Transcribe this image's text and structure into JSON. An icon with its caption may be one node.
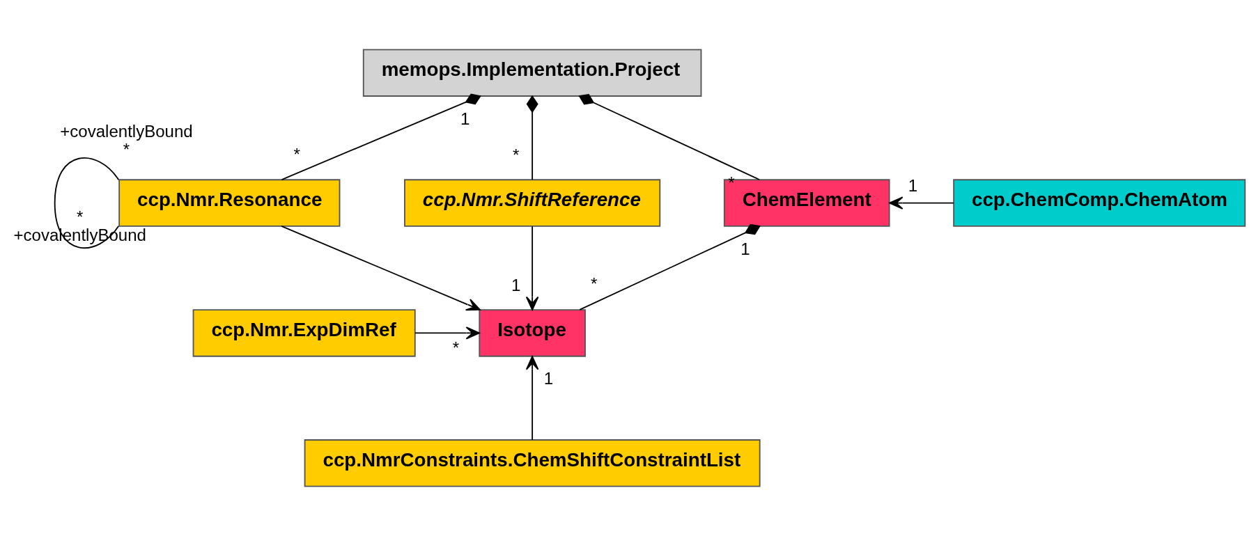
{
  "diagram": {
    "nodes": [
      {
        "text": [
          "memops.Implementation.Project"
        ]
      },
      {
        "text": [
          "ccp.Nmr.Resonance"
        ]
      },
      {
        "text": [
          "ccp.Nmr.ShiftReference"
        ]
      },
      {
        "text": [
          "ChemElement"
        ]
      },
      {
        "text": [
          "ccp.ChemComp.ChemAtom"
        ]
      },
      {
        "text": [
          "Isotope"
        ]
      },
      {
        "text": [
          "ccp.Nmr.ExpDimRef"
        ]
      },
      {
        "text": [
          "ccp.NmrConstraints.ChemShiftConstraintList"
        ]
      }
    ],
    "edges": [
      {
        "from": 0,
        "to": 1,
        "arrow": "other"
      },
      {
        "from": 0,
        "to": 2,
        "arrow": "other"
      },
      {
        "from": 0,
        "to": 3,
        "arrow": "other"
      },
      {
        "from": 1,
        "to": 1,
        "arrow": "none"
      },
      {
        "from": 4,
        "to": 3,
        "arrow": "to"
      },
      {
        "from": 3,
        "to": 5,
        "arrow": "other"
      },
      {
        "from": 2,
        "to": 5,
        "arrow": "to"
      },
      {
        "from": 1,
        "to": 5,
        "arrow": "to"
      },
      {
        "from": 6,
        "to": 5,
        "arrow": "to"
      },
      {
        "from": 7,
        "to": 5,
        "arrow": "to"
      }
    ],
    "labels": [
      "1",
      "+covalentlyBound",
      "*",
      "*",
      "*",
      "*",
      "1",
      "*",
      "1",
      "+covalentlyBound",
      "1",
      "*",
      "*",
      "1"
    ]
  }
}
